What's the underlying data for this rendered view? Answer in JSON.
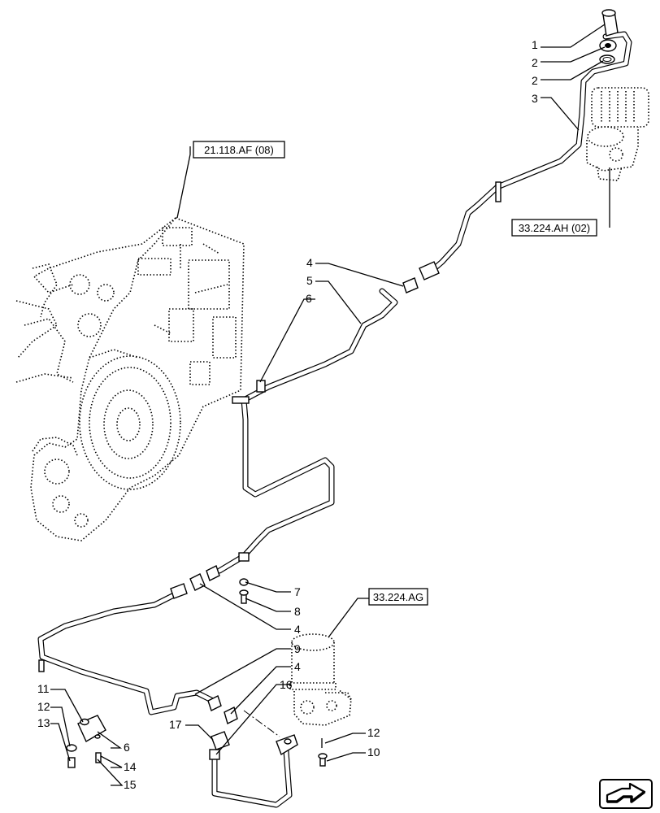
{
  "references": {
    "transmission": "21.118.AF (08)",
    "compressor": "33.224.AH (02)",
    "dryer": "33.224.AG"
  },
  "callouts": [
    {
      "id": "c1",
      "text": "1"
    },
    {
      "id": "c2a",
      "text": "2"
    },
    {
      "id": "c2b",
      "text": "2"
    },
    {
      "id": "c3",
      "text": "3"
    },
    {
      "id": "c4a",
      "text": "4"
    },
    {
      "id": "c5",
      "text": "5"
    },
    {
      "id": "c6a",
      "text": "6"
    },
    {
      "id": "c7",
      "text": "7"
    },
    {
      "id": "c8",
      "text": "8"
    },
    {
      "id": "c4b",
      "text": "4"
    },
    {
      "id": "c9",
      "text": "9"
    },
    {
      "id": "c4c",
      "text": "4"
    },
    {
      "id": "c16",
      "text": "16"
    },
    {
      "id": "c11",
      "text": "11"
    },
    {
      "id": "c12a",
      "text": "12"
    },
    {
      "id": "c13",
      "text": "13"
    },
    {
      "id": "c6b",
      "text": "6"
    },
    {
      "id": "c14",
      "text": "14"
    },
    {
      "id": "c15",
      "text": "15"
    },
    {
      "id": "c17",
      "text": "17"
    },
    {
      "id": "c12b",
      "text": "12"
    },
    {
      "id": "c10",
      "text": "10"
    }
  ],
  "icons": {
    "navigation": "next-arrow-icon"
  }
}
